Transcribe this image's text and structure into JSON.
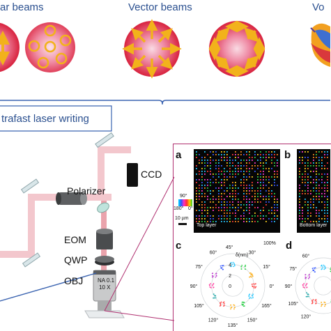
{
  "top": {
    "scalar_label": "ar beams",
    "vector_label": "Vector beams",
    "vortex_label": "Vo",
    "writing_label": "trafast laser writing"
  },
  "setup": {
    "polarizer": "Polarizer",
    "ccd": "CCD",
    "eom": "EOM",
    "qwp": "QWP",
    "obj": "OBJ",
    "na": "NA 0.1",
    "mag": "10 X"
  },
  "panel_a": {
    "letter": "a",
    "layer": "Top layer",
    "hue_top": "90°",
    "hue_left": "180°",
    "hue_right": "0°",
    "scale": "10 µm"
  },
  "panel_b": {
    "letter": "b",
    "layer": "Bottom layer"
  },
  "panel_c": {
    "letter": "c",
    "radial_axis": "δ(nm)",
    "angle_labels": [
      "45°",
      "30°",
      "15°",
      "0°",
      "165°",
      "150°",
      "135°",
      "120°",
      "105°",
      "90°",
      "75°",
      "60°"
    ],
    "percent": "100%",
    "radial_ticks": [
      "4",
      "2",
      "0"
    ]
  },
  "panel_d": {
    "letter": "d",
    "angle_labels": [
      "60°",
      "75°",
      "90°",
      "105°",
      "120°"
    ]
  },
  "colors": {
    "arrow": "#f2b21b",
    "beam_center": "#f7d2de",
    "beam_edge": "#d92a44",
    "laser": "#e89aa4",
    "blue_line": "#3a63b0"
  }
}
